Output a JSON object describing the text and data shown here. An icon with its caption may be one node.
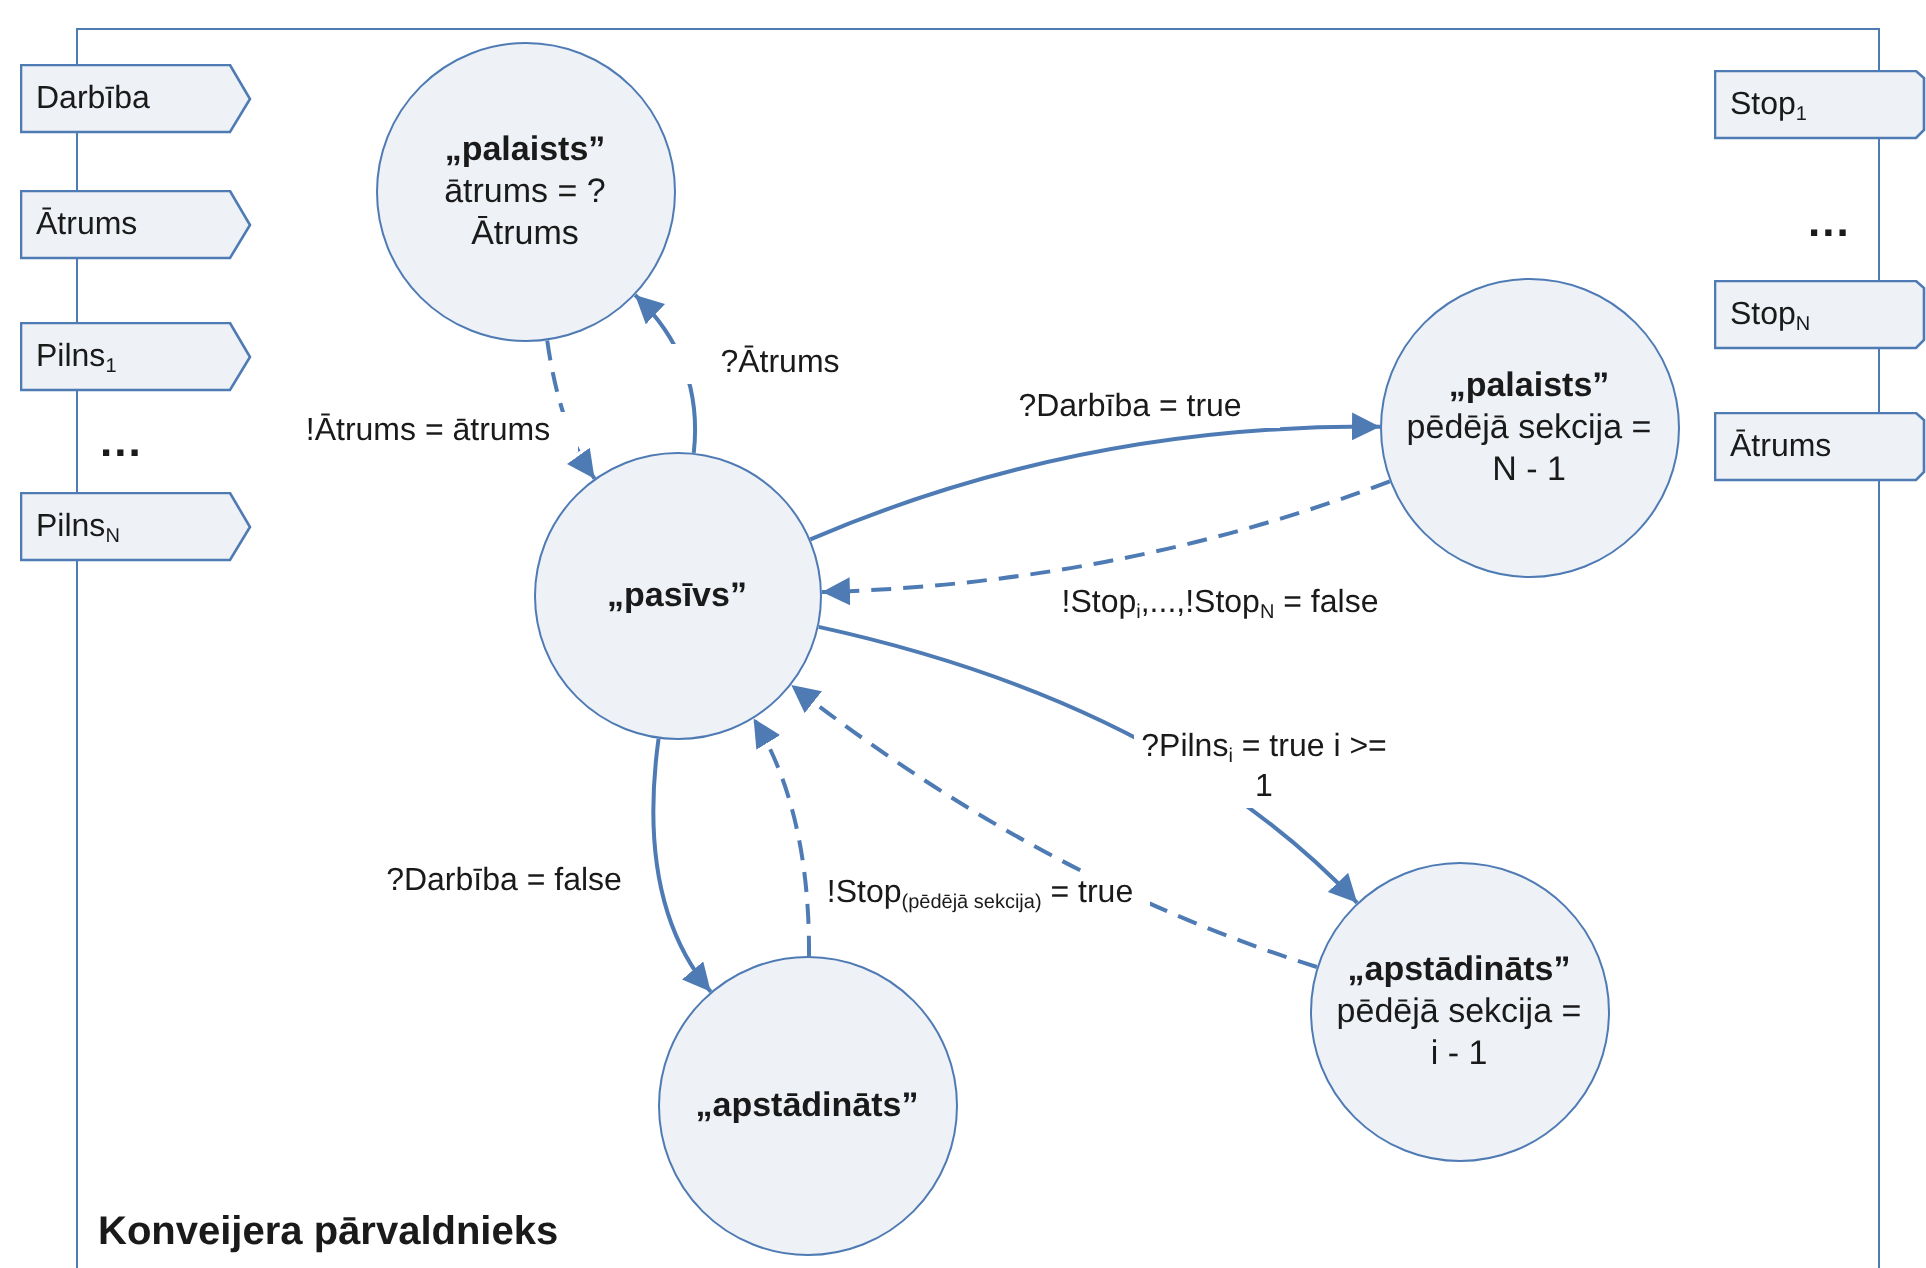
{
  "diagram": {
    "nodes": [
      {
        "text": [
          "Konveijera pārvaldnieks"
        ]
      },
      {
        "text": [
          "Darbība"
        ]
      },
      {
        "text": [
          "Ātrums"
        ]
      },
      {
        "text": [
          "Pilns$_{1}$"
        ]
      },
      {
        "text": [
          "Pilns$_{N}$"
        ]
      },
      {
        "text": [
          "Stop$_{1}$"
        ]
      },
      {
        "text": [
          "Stop$_{N}$"
        ]
      },
      {
        "text": [
          "Ātrums"
        ]
      },
      {
        "text": [
          "„palaists”",
          "ātrums = ?Ātrums"
        ],
        "in": 0
      },
      {
        "text": [
          "„pasīvs”"
        ],
        "in": 0
      },
      {
        "text": [
          "„palaists”",
          "pēdējā sekcija = N - 1"
        ],
        "in": 0
      },
      {
        "text": [
          "„apstādināts”",
          "pēdējā sekcija = i - 1"
        ],
        "in": 0
      },
      {
        "text": [
          "„apstādināts”"
        ],
        "in": 0
      }
    ],
    "edges": [
      {
        "from": 9,
        "to": 8,
        "arrow": "to",
        "label": "?Ātrums"
      },
      {
        "from": 8,
        "to": 9,
        "arrow": "to",
        "label": "!Ātrums = ātrums",
        "style": "dashed"
      },
      {
        "from": 9,
        "to": 10,
        "arrow": "to",
        "label": "?Darbība = true"
      },
      {
        "from": 10,
        "to": 9,
        "arrow": "to",
        "label": "!Stop$_{i}$,...,!Stop$_{N}$ = false",
        "style": "dashed"
      },
      {
        "from": 9,
        "to": 11,
        "arrow": "to",
        "label": "?Pilns$_{i}$ = true i >= 1"
      },
      {
        "from": 11,
        "to": 9,
        "arrow": "to",
        "style": "dashed"
      },
      {
        "from": 9,
        "to": 12,
        "arrow": "to",
        "label": "?Darbība = false"
      },
      {
        "from": 12,
        "to": 9,
        "arrow": "to",
        "label": "!Stop$_{(pēdējā sekcija)}$ = true",
        "style": "dashed"
      }
    ],
    "labels": [
      "...",
      "..."
    ]
  }
}
